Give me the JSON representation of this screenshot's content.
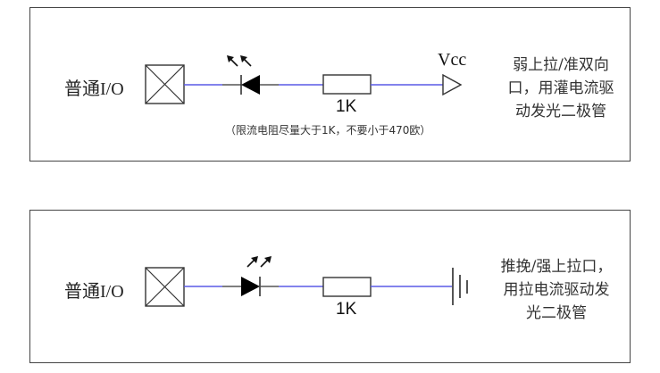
{
  "colors": {
    "wire": "#5a5ae6",
    "component": "#333333",
    "border": "#444444"
  },
  "panels": [
    {
      "id": "weak-pullup",
      "io_label": "普通I/O",
      "led_orientation": "cathode-toward-io",
      "resistor_label": "1K",
      "note": "（限流电阻尽量大于1K，不要小于470欧）",
      "supply_label": "Vcc",
      "supply_symbol": "vcc-arrow-icon",
      "description_lines": [
        "弱上拉/准双向",
        "口，用灌电流驱",
        "动发光二极管"
      ]
    },
    {
      "id": "push-pull",
      "io_label": "普通I/O",
      "led_orientation": "anode-toward-io",
      "resistor_label": "1K",
      "supply_symbol": "ground-icon",
      "description_lines": [
        "推挽/强上拉口，",
        "用拉电流驱动发",
        "光二极管"
      ]
    }
  ]
}
